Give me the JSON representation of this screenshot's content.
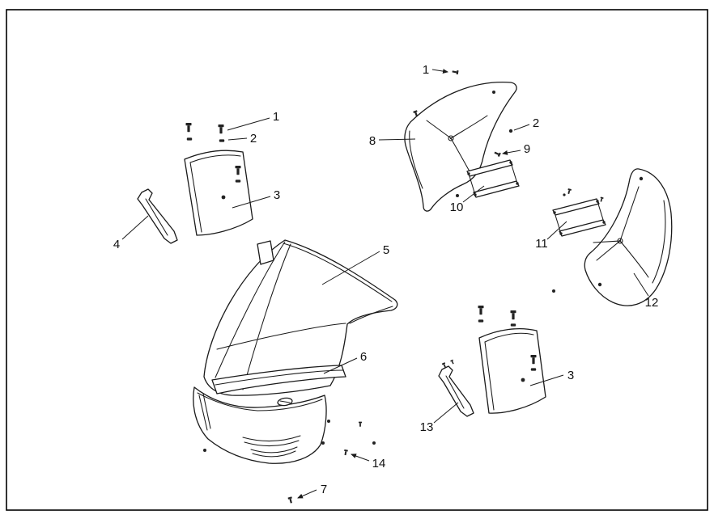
{
  "colors": {
    "background": "#ffffff",
    "line": "#1a1a1a"
  },
  "callouts": [
    {
      "id": "callout-1-left",
      "label": "1"
    },
    {
      "id": "callout-2-left",
      "label": "2"
    },
    {
      "id": "callout-3-left",
      "label": "3"
    },
    {
      "id": "callout-4",
      "label": "4"
    },
    {
      "id": "callout-5",
      "label": "5"
    },
    {
      "id": "callout-6",
      "label": "6"
    },
    {
      "id": "callout-7",
      "label": "7"
    },
    {
      "id": "callout-1-top",
      "label": "1"
    },
    {
      "id": "callout-8",
      "label": "8"
    },
    {
      "id": "callout-2-right",
      "label": "2"
    },
    {
      "id": "callout-9",
      "label": "9"
    },
    {
      "id": "callout-10",
      "label": "10"
    },
    {
      "id": "callout-11",
      "label": "11"
    },
    {
      "id": "callout-12",
      "label": "12"
    },
    {
      "id": "callout-3-right",
      "label": "3"
    },
    {
      "id": "callout-13",
      "label": "13"
    },
    {
      "id": "callout-14",
      "label": "14"
    }
  ]
}
